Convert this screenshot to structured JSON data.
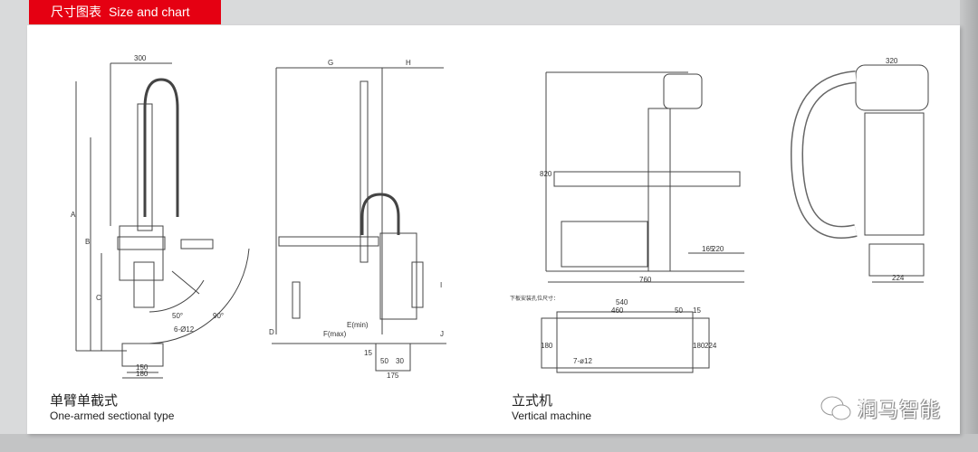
{
  "header": {
    "title_cn": "尺寸图表",
    "title_en": "Size and chart"
  },
  "drawing1": {
    "caption_cn": "单臂单截式",
    "caption_en": "One-armed sectional type",
    "dims": {
      "top": "300",
      "a": "A",
      "b": "B",
      "c": "C",
      "angle1": "50°",
      "angle2": "90°",
      "holes": "6-Ø12",
      "inner": "150",
      "outer": "180"
    }
  },
  "drawing2": {
    "dims": {
      "g": "G",
      "h": "H",
      "i": "I",
      "j": "J",
      "d": "D",
      "e": "E(min)",
      "f": "F(max)",
      "d15": "15",
      "d50": "50",
      "d30": "30",
      "d175": "175"
    }
  },
  "drawing3": {
    "caption_cn": "立式机",
    "caption_en": "Vertical machine",
    "dims": {
      "height": "820",
      "h165": "165",
      "w220": "220",
      "w760": "760"
    },
    "plate": {
      "title": "下板安装孔位尺寸：",
      "w540": "540",
      "w460": "460",
      "w50": "50",
      "w15": "15",
      "h180a": "180",
      "h180b": "180",
      "h224": "224",
      "holes": "7-ø12"
    }
  },
  "drawing4": {
    "dims": {
      "top": "320",
      "bottom": "224"
    }
  },
  "logo": {
    "text": "润马智能"
  }
}
